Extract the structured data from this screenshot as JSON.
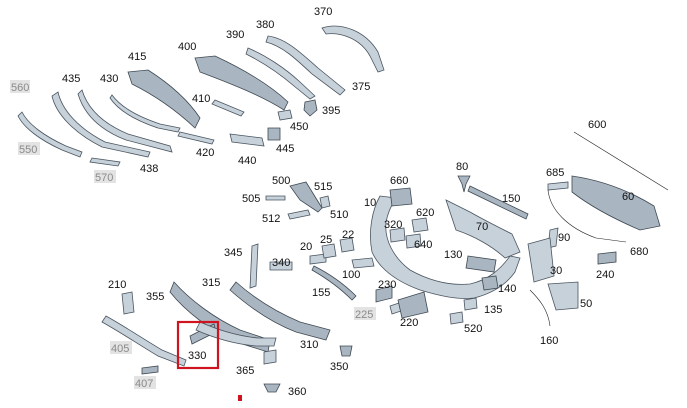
{
  "diagram": {
    "accent_color": "#d0141f",
    "highlighted_part": "330",
    "labels": {
      "p370": "370",
      "p380": "380",
      "p390": "390",
      "p400": "400",
      "p415": "415",
      "p435": "435",
      "p430": "430",
      "p560": "560",
      "p550": "550",
      "p570": "570",
      "p438": "438",
      "p410": "410",
      "p420": "420",
      "p440": "440",
      "p445": "445",
      "p450": "450",
      "p395": "395",
      "p375": "375",
      "p600": "600",
      "p685": "685",
      "p60": "60",
      "p680": "680",
      "p80": "80",
      "p660": "660",
      "p150": "150",
      "p500": "500",
      "p515": "515",
      "p505": "505",
      "p510": "510",
      "p512": "512",
      "p10": "10",
      "p620": "620",
      "p320": "320",
      "p640": "640",
      "p70": "70",
      "p90": "90",
      "p22": "22",
      "p25": "25",
      "p20": "20",
      "p345": "345",
      "p340": "340",
      "p100": "100",
      "p130": "130",
      "p30": "30",
      "p240": "240",
      "p210": "210",
      "p355": "355",
      "p315": "315",
      "p155": "155",
      "p230": "230",
      "p140": "140",
      "p225": "225",
      "p220": "220",
      "p135": "135",
      "p50": "50",
      "p405": "405",
      "p330": "330",
      "p310": "310",
      "p520": "520",
      "p160": "160",
      "p407": "407",
      "p365": "365",
      "p350": "350",
      "p360": "360"
    }
  }
}
